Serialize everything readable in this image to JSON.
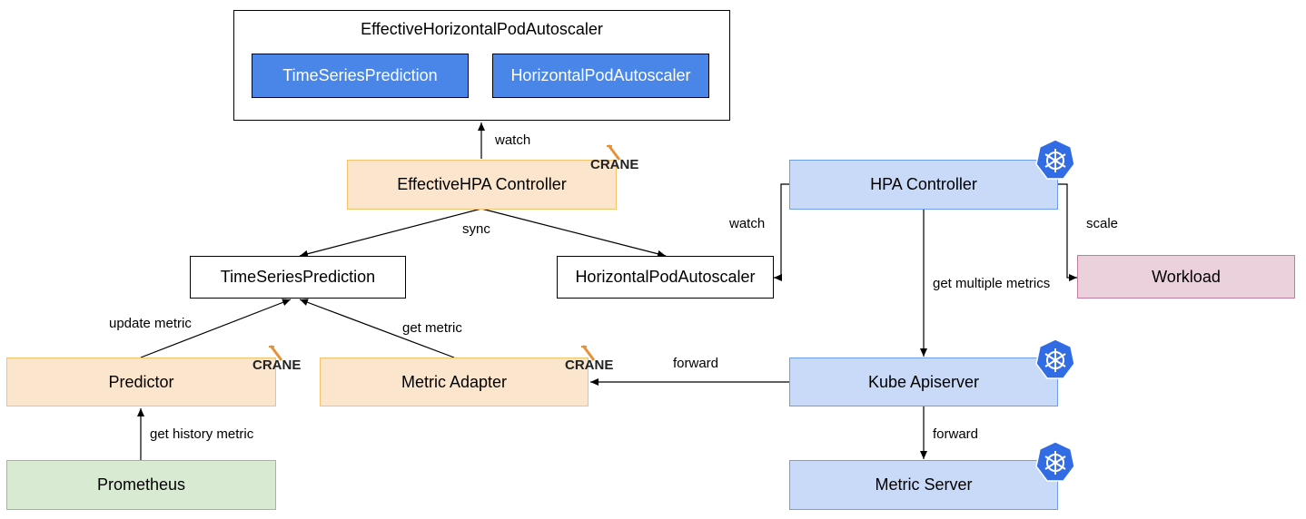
{
  "diagram": {
    "container": {
      "title": "EffectiveHorizontalPodAutoscaler",
      "left_item": "TimeSeriesPrediction",
      "right_item": "HorizontalPodAutoscaler"
    },
    "nodes": {
      "effective_hpa_controller": "EffectiveHPA Controller",
      "time_series_prediction": "TimeSeriesPrediction",
      "horizontal_pod_autoscaler": "HorizontalPodAutoscaler",
      "predictor": "Predictor",
      "metric_adapter": "Metric Adapter",
      "prometheus": "Prometheus",
      "hpa_controller": "HPA Controller",
      "workload": "Workload",
      "kube_apiserver": "Kube Apiserver",
      "metric_server": "Metric Server"
    },
    "edges": {
      "watch_top": "watch",
      "sync": "sync",
      "update_metric": "update metric",
      "get_metric": "get metric",
      "get_history_metric": "get history metric",
      "watch_hpa": "watch",
      "scale": "scale",
      "get_multiple_metrics": "get multiple metrics",
      "forward_adapter": "forward",
      "forward_metric_server": "forward"
    },
    "logos": {
      "crane_text": "CRANE",
      "crane_icon": "crane-logo-icon",
      "kubernetes_icon": "kubernetes-helm-icon"
    },
    "colors": {
      "crane_component": "#fce5cd",
      "kubernetes_component": "#c9daf8",
      "datasource": "#d9ead3",
      "workload": "#ead1dc",
      "crd_item": "#4a86e8",
      "kubernetes_logo": "#326ce5"
    }
  }
}
